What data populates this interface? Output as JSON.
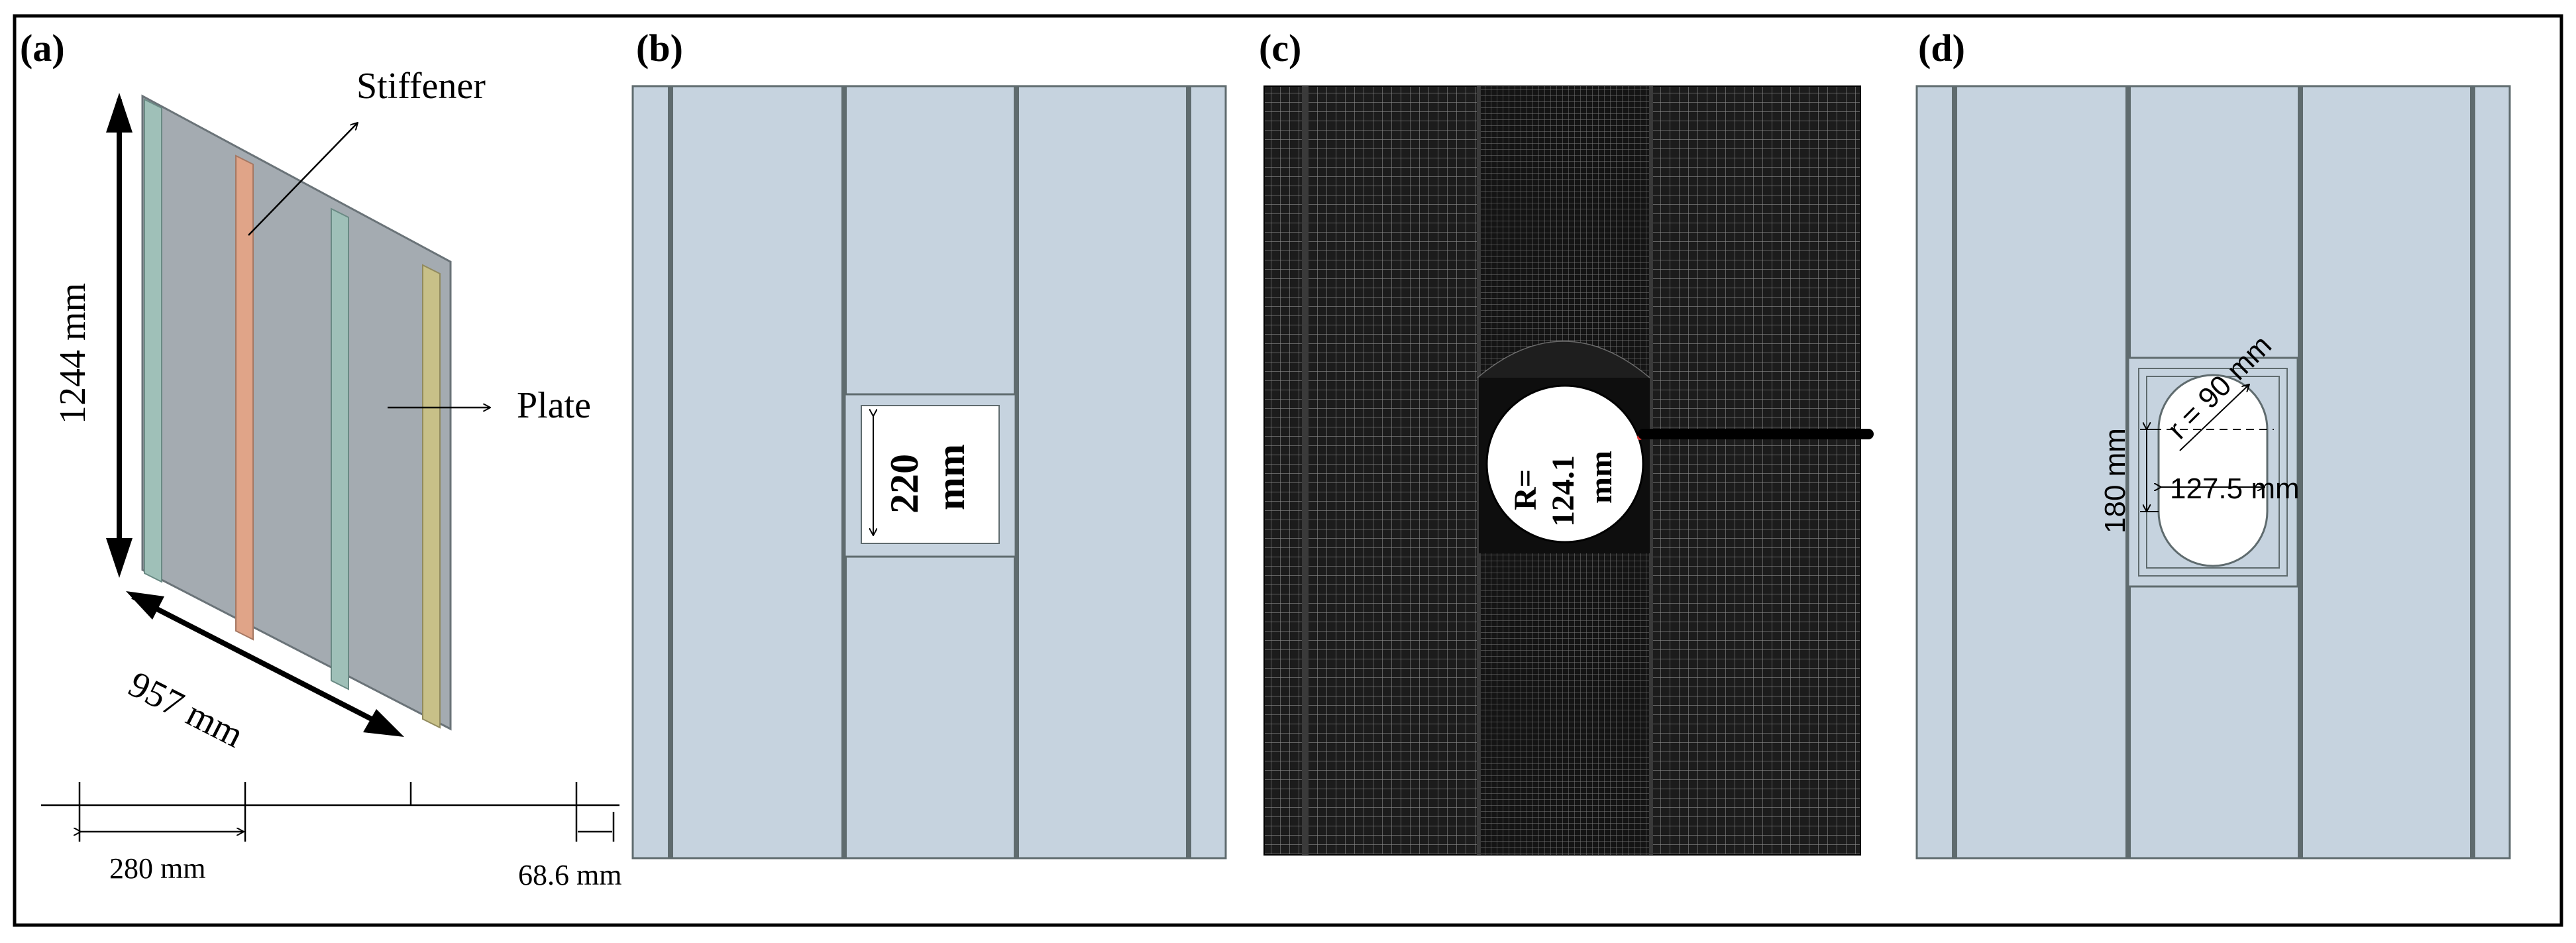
{
  "panels": {
    "a": {
      "label": "(a)",
      "stiffener_label": "Stiffener",
      "plate_label": "Plate",
      "height_dim": "1244 mm",
      "width_dim": "957 mm",
      "spacing_dim": "280 mm",
      "edge_dim": "68.6 mm"
    },
    "b": {
      "label": "(b)",
      "opening_value": "220",
      "opening_unit": "mm"
    },
    "c": {
      "label": "(c)",
      "radius_line1": "R=",
      "radius_line2": "124.1",
      "radius_line3": "mm"
    },
    "d": {
      "label": "(d)",
      "radius_dim": "r = 90 mm",
      "height_dim": "180 mm",
      "width_dim": "127.5 mm"
    }
  },
  "colors": {
    "plate_gray": "#9aa2a8",
    "panel_blue": "#c6d3df",
    "stiffener_line": "#5f6b6e",
    "mesh_bg": "#1a1a1a",
    "stiffener_green": "#9fc0b8",
    "stiffener_orange": "#e0a488",
    "stiffener_yellow": "#c8c088"
  }
}
